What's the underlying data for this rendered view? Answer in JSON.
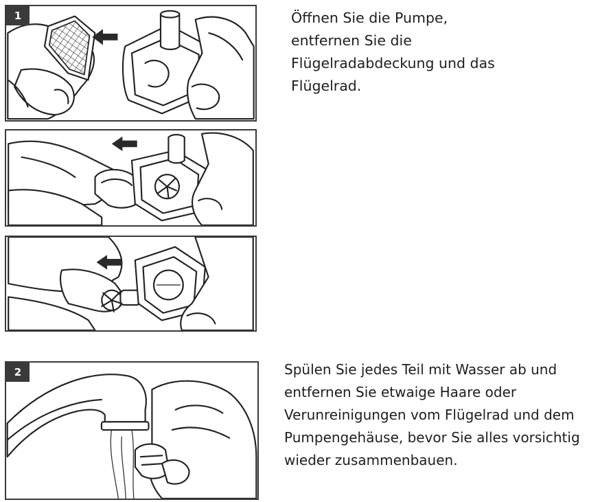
{
  "steps": [
    {
      "number": "1",
      "lines": [
        "Öffnen Sie die Pumpe,",
        "entfernen Sie die",
        "Flügelradabdeckung und das",
        "Flügelrad."
      ]
    },
    {
      "number": "2",
      "lines": [
        "Spülen Sie jedes Teil mit Wasser ab und",
        "entfernen Sie etwaige Haare oder",
        "Verunreinigungen vom Flügelrad und dem",
        "Pumpengehäuse, bevor Sie alles vorsichtig",
        "wieder zusammenbauen."
      ]
    }
  ]
}
